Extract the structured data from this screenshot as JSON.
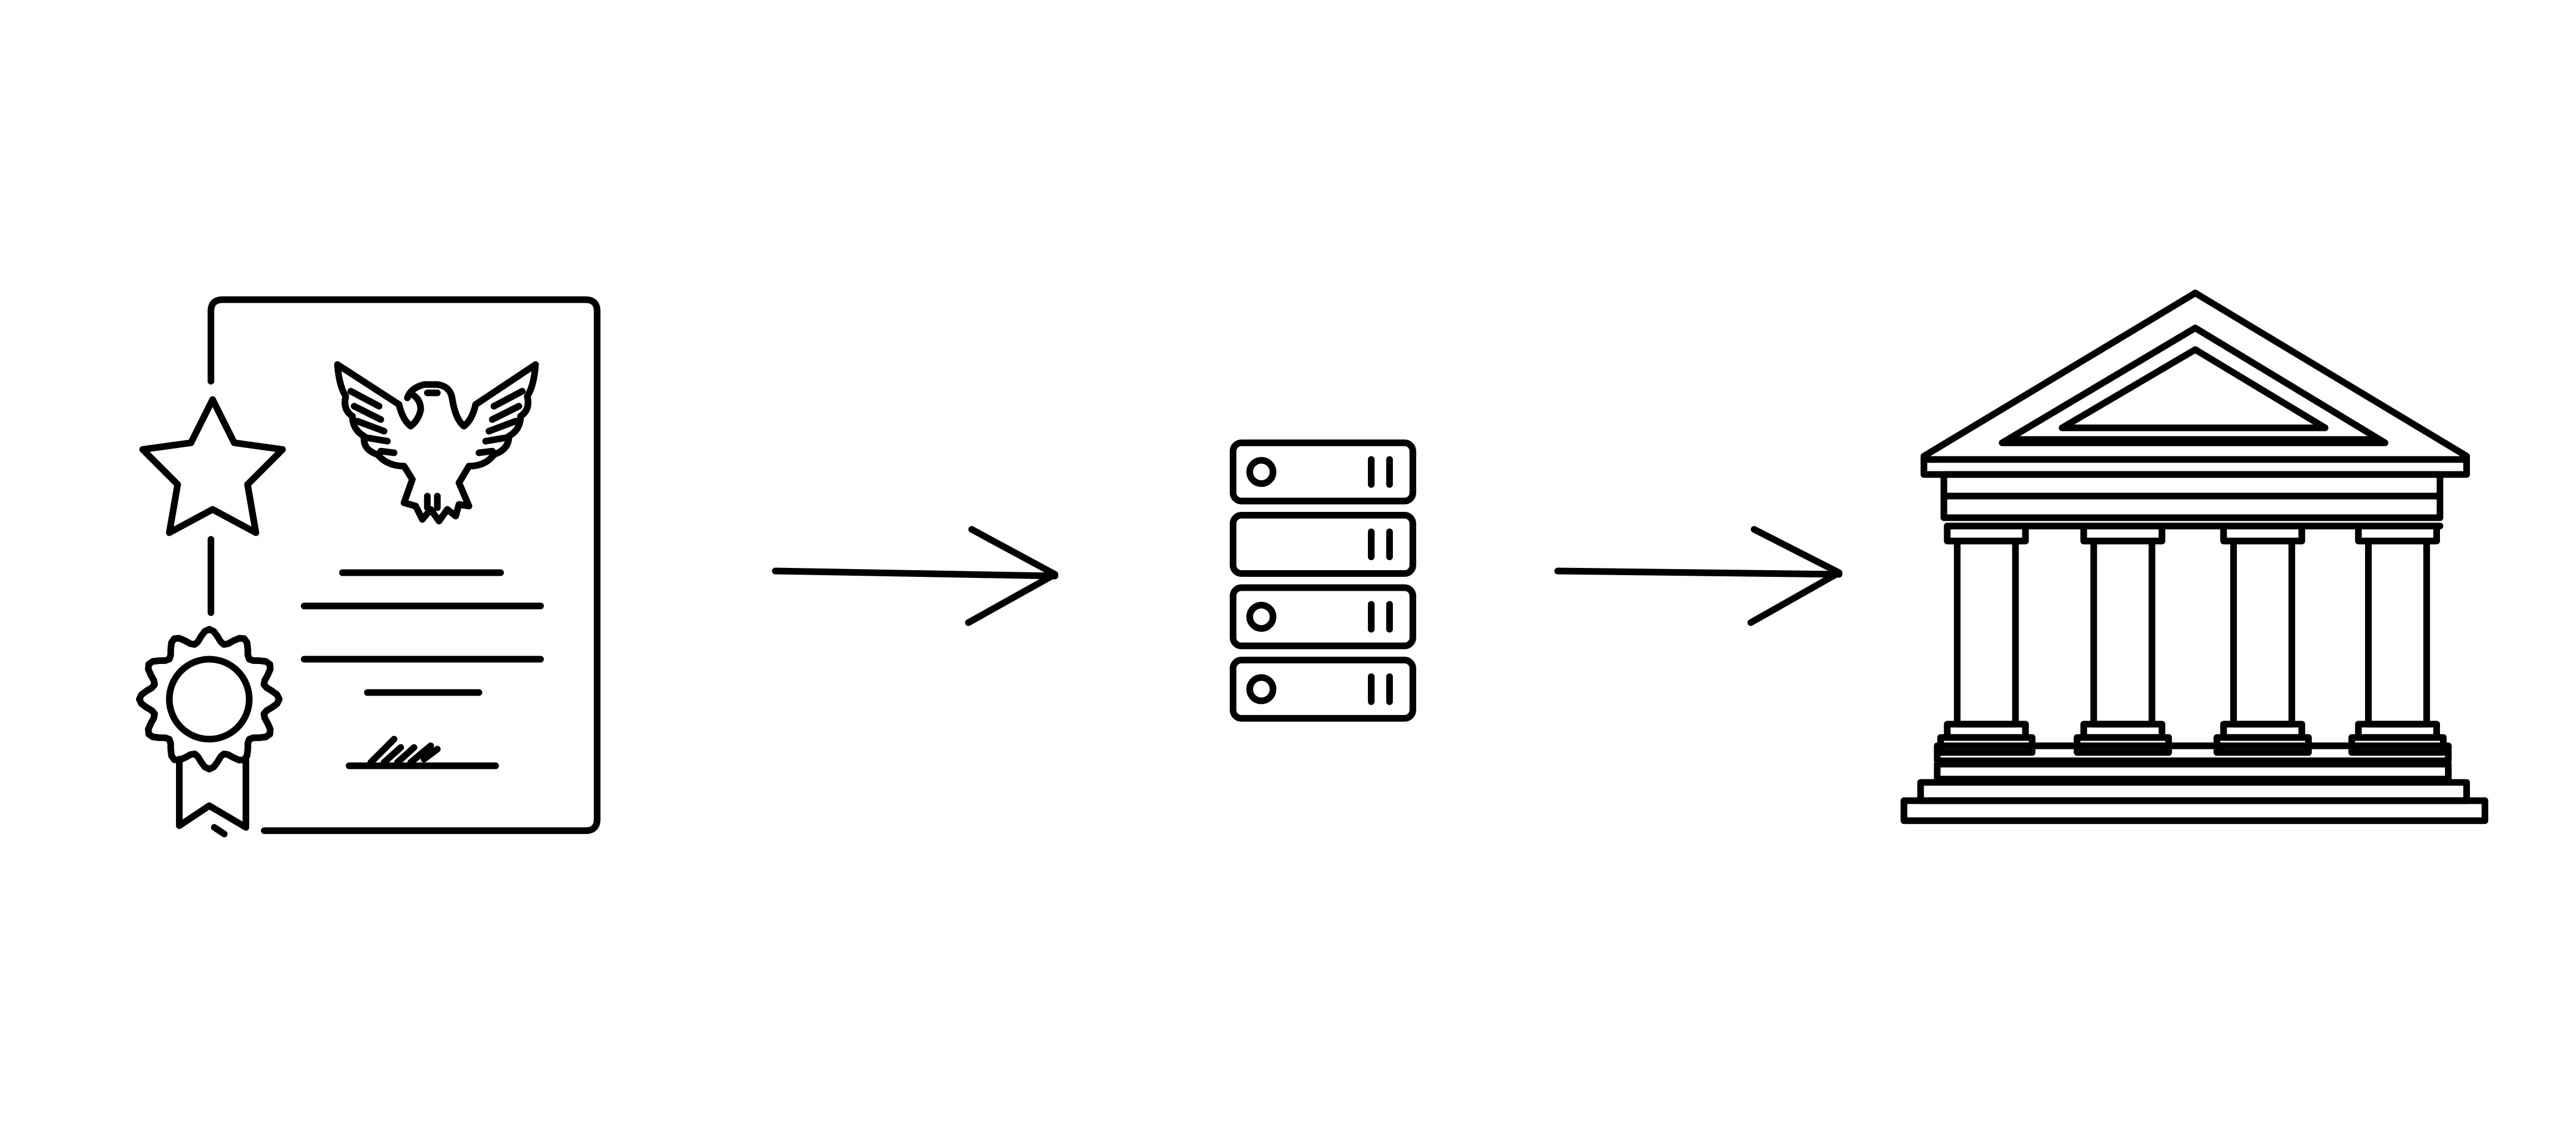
{
  "diagram": {
    "nodes": [
      {
        "id": "certificate",
        "icon": "certificate-icon",
        "parts": [
          "star-icon",
          "eagle-emblem-icon",
          "award-ribbon-icon",
          "signature-icon"
        ]
      },
      {
        "id": "server",
        "icon": "server-stack-icon",
        "units": 4
      },
      {
        "id": "institution",
        "icon": "government-building-icon",
        "columns": 4
      }
    ],
    "edges": [
      {
        "from": "certificate",
        "to": "server",
        "icon": "arrow-right-icon"
      },
      {
        "from": "server",
        "to": "institution",
        "icon": "arrow-right-icon"
      }
    ],
    "colors": {
      "ink": "#000000",
      "background": "#ffffff"
    }
  }
}
